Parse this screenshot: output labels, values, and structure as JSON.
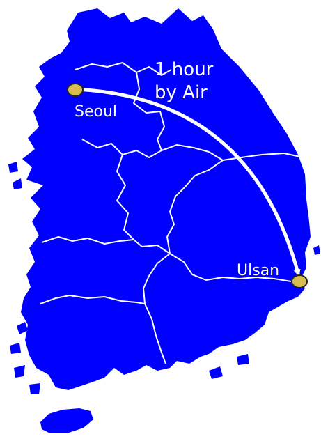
{
  "map": {
    "land_color": "#0000ff",
    "border_color": "#ffffff",
    "route_color": "#ffffff",
    "marker_fill": "#d8bd53",
    "marker_stroke": "#222222"
  },
  "route": {
    "line1": "1 hour",
    "line2": "by Air"
  },
  "cities": {
    "origin": "Seoul",
    "destination": "Ulsan"
  }
}
